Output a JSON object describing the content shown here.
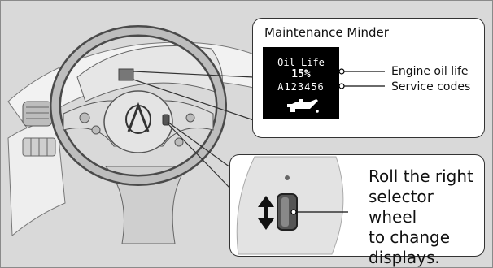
{
  "colors": {
    "background": "#d9d9d9",
    "callout_border": "#333333",
    "display_bg": "#000000",
    "display_text": "#ffffff"
  },
  "maintenance_minder": {
    "title": "Maintenance Minder",
    "display": {
      "line1": "Oil Life",
      "line2": "15%",
      "line3": "A123456",
      "icon": "oil-can-icon"
    },
    "labels": {
      "engine_oil_life": "Engine oil life",
      "service_codes": "Service codes"
    }
  },
  "selector_callout": {
    "lines": [
      "Roll the right",
      "selector wheel",
      "to change",
      "displays."
    ],
    "icon": "up-down-arrow-icon"
  }
}
